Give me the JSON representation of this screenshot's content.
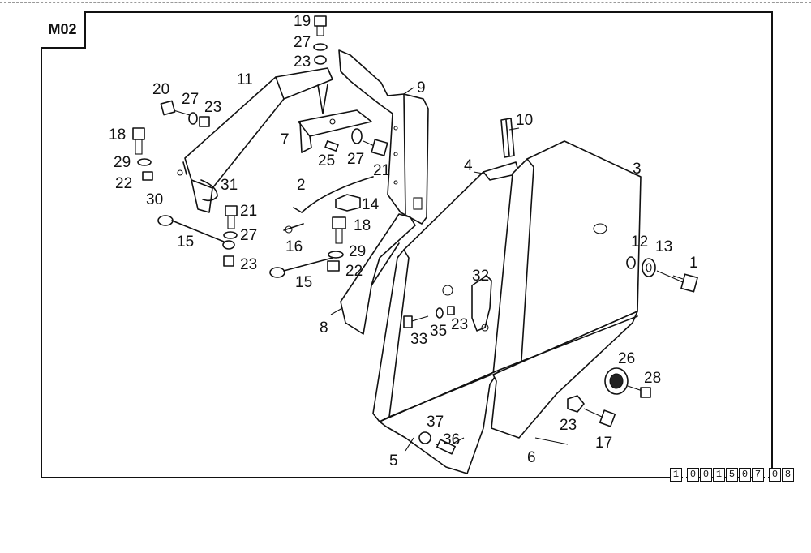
{
  "diagram": {
    "section_code": "M02",
    "document_number": [
      "1",
      "0",
      "0",
      "1",
      "5",
      "0",
      "7",
      "0",
      "8"
    ],
    "part_labels": {
      "p1": "1",
      "p2": "2",
      "p3": "3",
      "p4": "4",
      "p5": "5",
      "p6": "6",
      "p7": "7",
      "p8": "8",
      "p9": "9",
      "p10": "10",
      "p11": "11",
      "p12": "12",
      "p13": "13",
      "p14": "14",
      "p15a": "15",
      "p15b": "15",
      "p16": "16",
      "p17": "17",
      "p18a": "18",
      "p18b": "18",
      "p19": "19",
      "p20": "20",
      "p21a": "21",
      "p21b": "21",
      "p22a": "22",
      "p22b": "22",
      "p23a": "23",
      "p23b": "23",
      "p23c": "23",
      "p23d": "23",
      "p23e": "23",
      "p25": "25",
      "p26": "26",
      "p27a": "27",
      "p27b": "27",
      "p27c": "27",
      "p27d": "27",
      "p28": "28",
      "p29a": "29",
      "p29b": "29",
      "p30": "30",
      "p31": "31",
      "p32": "32",
      "p33": "33",
      "p35": "35",
      "p36": "36",
      "p37": "37"
    }
  }
}
